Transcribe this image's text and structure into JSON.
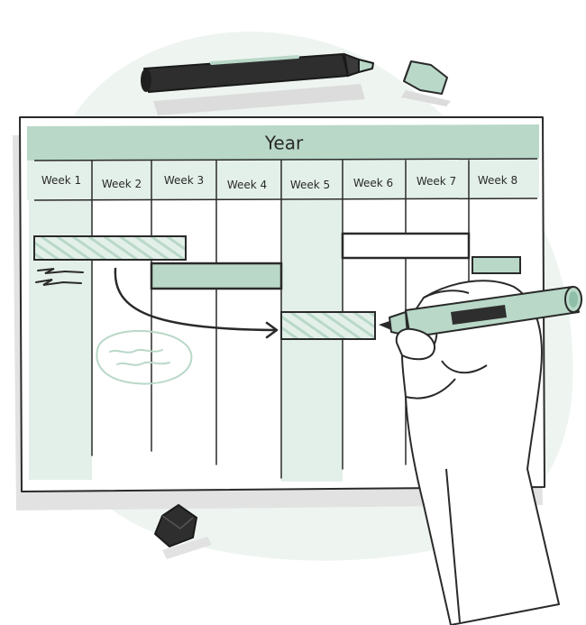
{
  "board": {
    "title": "Year",
    "weeks": [
      "Week 1",
      "Week 2",
      "Week 3",
      "Week 4",
      "Week 5",
      "Week 6",
      "Week 7",
      "Week 8"
    ]
  },
  "colors": {
    "accent": "#b9d8c8",
    "accent_light": "#e3f0e9",
    "blob": "#eef5f1",
    "ink": "#2a2a2a",
    "marker_body": "#2e2e2e",
    "shadow": "#dcdcdc"
  },
  "icons": [
    "black-marker-icon",
    "green-marker-cap-icon",
    "black-marker-cap-icon",
    "green-marker-icon",
    "hand-icon"
  ]
}
